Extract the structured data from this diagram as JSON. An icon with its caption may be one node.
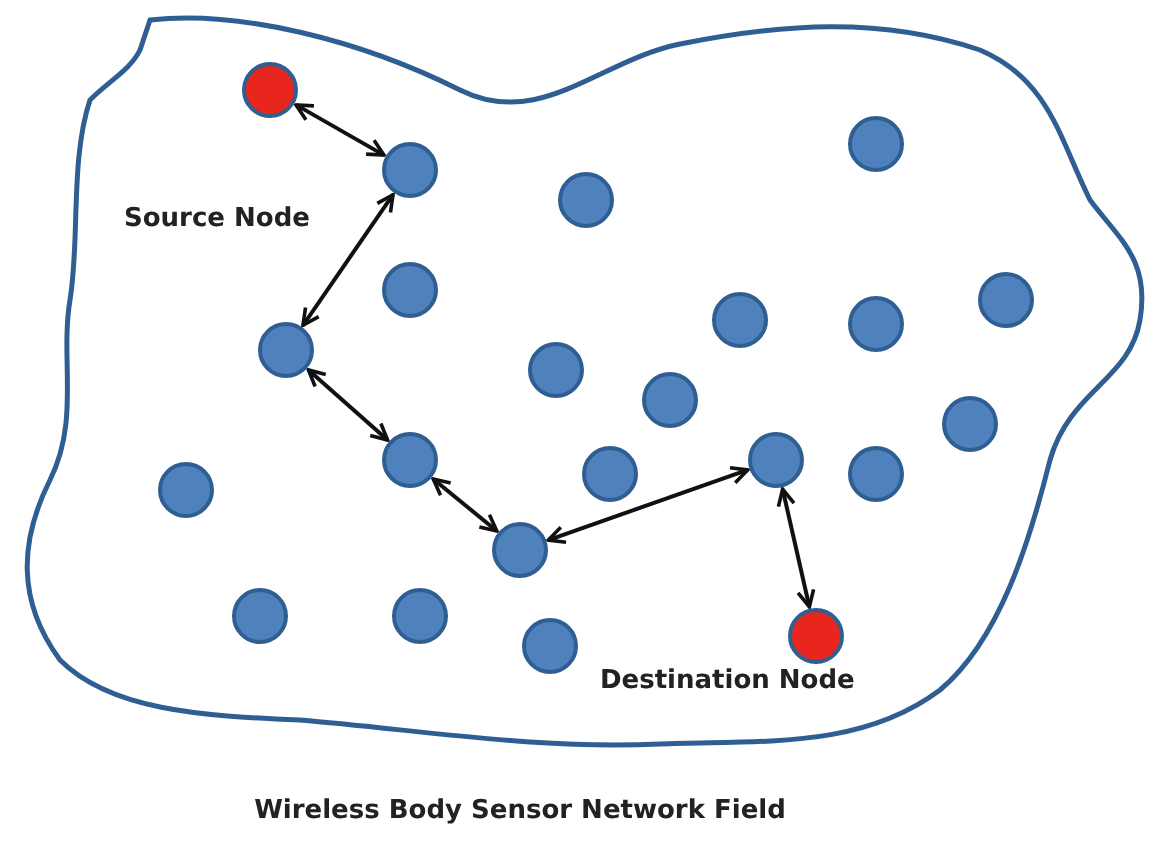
{
  "diagram": {
    "caption": "Wireless Body Sensor Network Field",
    "nodes": [
      {
        "text": [],
        "shape": "circle",
        "beside": [
          "Source Node"
        ]
      },
      {
        "text": [],
        "shape": "circle"
      },
      {
        "text": [],
        "shape": "circle"
      },
      {
        "text": [],
        "shape": "circle"
      },
      {
        "text": [],
        "shape": "circle"
      },
      {
        "text": [],
        "shape": "circle"
      },
      {
        "text": [],
        "shape": "circle"
      },
      {
        "text": [],
        "shape": "circle"
      },
      {
        "text": [],
        "shape": "circle"
      },
      {
        "text": [],
        "shape": "circle"
      },
      {
        "text": [],
        "shape": "circle"
      },
      {
        "text": [],
        "shape": "circle"
      },
      {
        "text": [],
        "shape": "circle"
      },
      {
        "text": [],
        "shape": "circle"
      },
      {
        "text": [],
        "shape": "circle"
      },
      {
        "text": [],
        "shape": "circle"
      },
      {
        "text": [],
        "shape": "circle"
      },
      {
        "text": [],
        "shape": "circle"
      },
      {
        "text": [],
        "shape": "circle"
      },
      {
        "text": [],
        "shape": "circle"
      },
      {
        "text": [],
        "shape": "circle",
        "beside": [
          "Destination Node"
        ]
      },
      {
        "text": [],
        "shape": "circle"
      }
    ],
    "edges": [
      {
        "from": 0,
        "to": 2,
        "arrow": "both"
      },
      {
        "from": 2,
        "to": 8,
        "arrow": "both"
      },
      {
        "from": 8,
        "to": 12,
        "arrow": "both"
      },
      {
        "from": 12,
        "to": 17,
        "arrow": "both"
      },
      {
        "from": 17,
        "to": 13,
        "arrow": "both"
      },
      {
        "from": 13,
        "to": 20,
        "arrow": "both"
      }
    ]
  }
}
